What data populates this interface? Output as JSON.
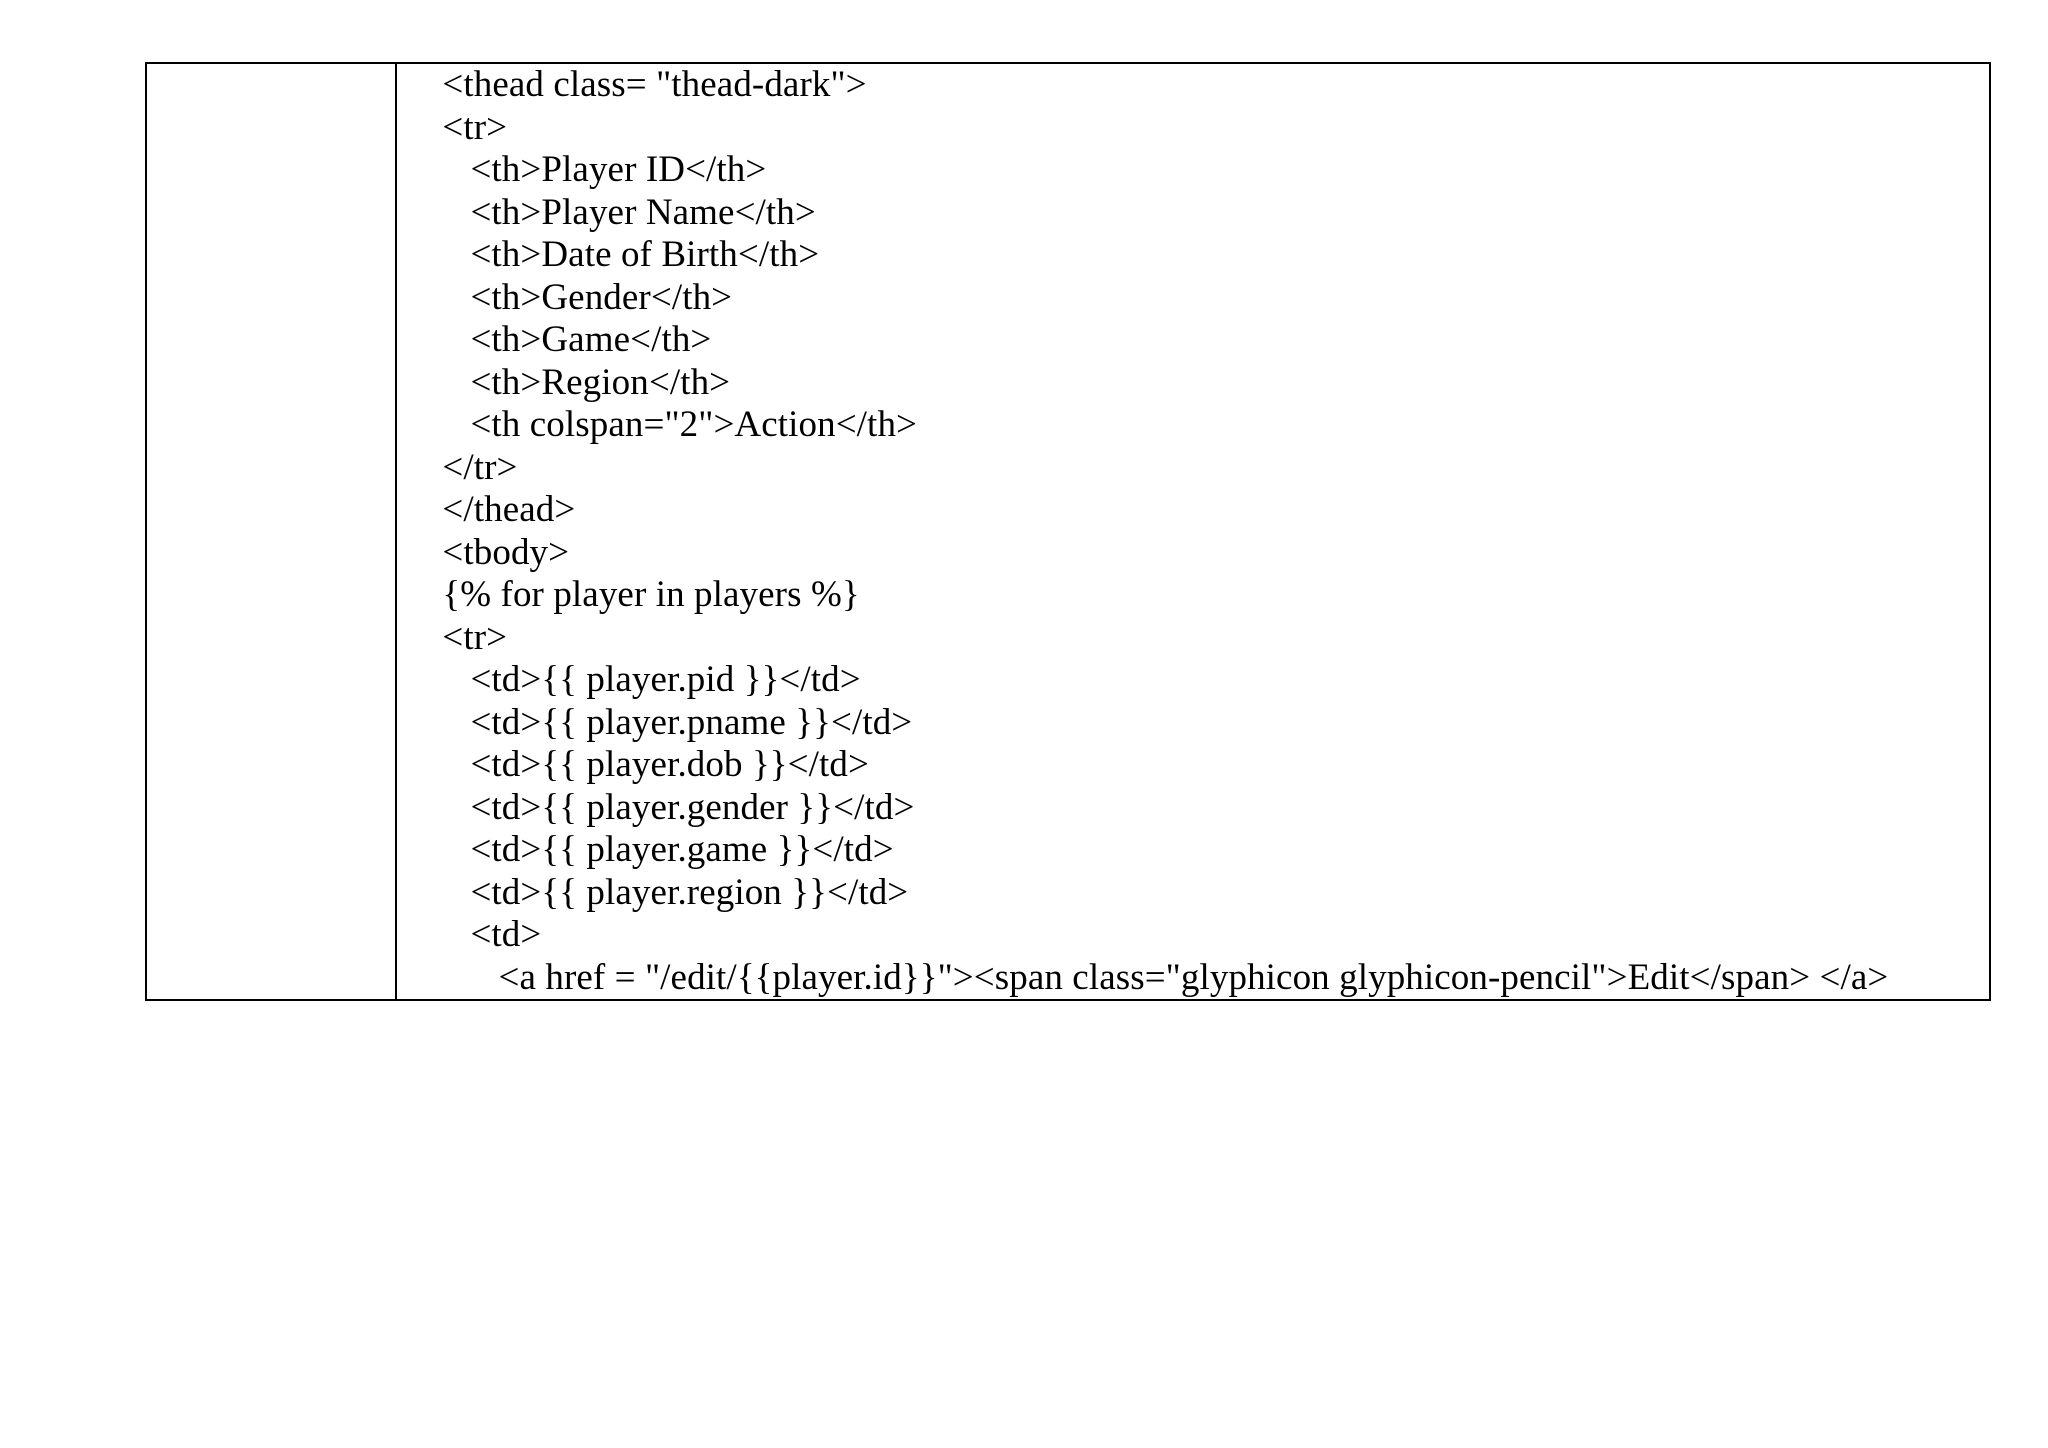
{
  "page": {
    "background_color": "#ffffff",
    "text_color": "#000000",
    "border_color": "#000000"
  },
  "code_block": {
    "gutter_cell_text": "",
    "language": "html-jinja",
    "lines": [
      "    <thead class= \"thead-dark\">",
      "    <tr>",
      "       <th>Player ID</th>",
      "       <th>Player Name</th>",
      "       <th>Date of Birth</th>",
      "       <th>Gender</th>",
      "       <th>Game</th>",
      "       <th>Region</th>",
      "       <th colspan=\"2\">Action</th>",
      "    </tr>",
      "    </thead>",
      "    <tbody>",
      "    {% for player in players %}",
      "    <tr>",
      "       <td>{{ player.pid }}</td>",
      "       <td>{{ player.pname }}</td>",
      "       <td>{{ player.dob }}</td>",
      "       <td>{{ player.gender }}</td>",
      "       <td>{{ player.game }}</td>",
      "       <td>{{ player.region }}</td>",
      "       <td>",
      "          <a href = \"/edit/{{player.id}}\"><span class=\"glyphicon glyphicon-pencil\">Edit</span> </a>"
    ],
    "full_text": "    <thead class= \"thead-dark\">\n    <tr>\n       <th>Player ID</th>\n       <th>Player Name</th>\n       <th>Date of Birth</th>\n       <th>Gender</th>\n       <th>Game</th>\n       <th>Region</th>\n       <th colspan=\"2\">Action</th>\n    </tr>\n    </thead>\n    <tbody>\n    {% for player in players %}\n    <tr>\n       <td>{{ player.pid }}</td>\n       <td>{{ player.pname }}</td>\n       <td>{{ player.dob }}</td>\n       <td>{{ player.gender }}</td>\n       <td>{{ player.game }}</td>\n       <td>{{ player.region }}</td>\n       <td>\n          <a href = \"/edit/{{player.id}}\"><span class=\"glyphicon glyphicon-pencil\">Edit</span> </a>"
  }
}
